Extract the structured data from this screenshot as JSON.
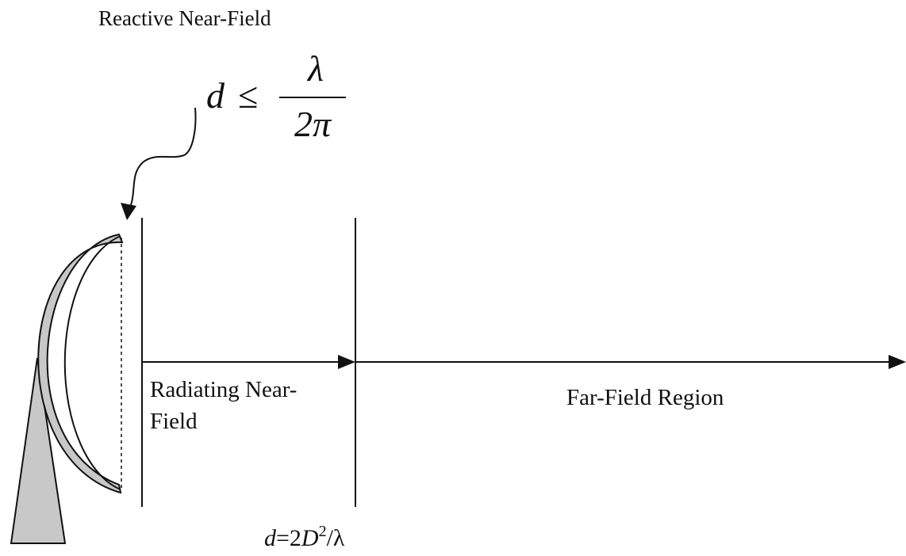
{
  "labels": {
    "reactive_region": "Reactive Near-Field",
    "radiating_region_line1": "Radiating Near-",
    "radiating_region_line2": "Field",
    "far_field_region": "Far-Field Region"
  },
  "formulas": {
    "reactive_boundary": {
      "variable": "d",
      "relation": "≤",
      "numerator": "λ",
      "denominator": "2π"
    },
    "far_field_boundary": {
      "lhs": "d",
      "equals": "=2",
      "D": "D",
      "exponent": "2",
      "slash_lambda": "/λ"
    }
  },
  "colors": {
    "line": "#111111",
    "antenna_fill": "#c8c8c8"
  }
}
